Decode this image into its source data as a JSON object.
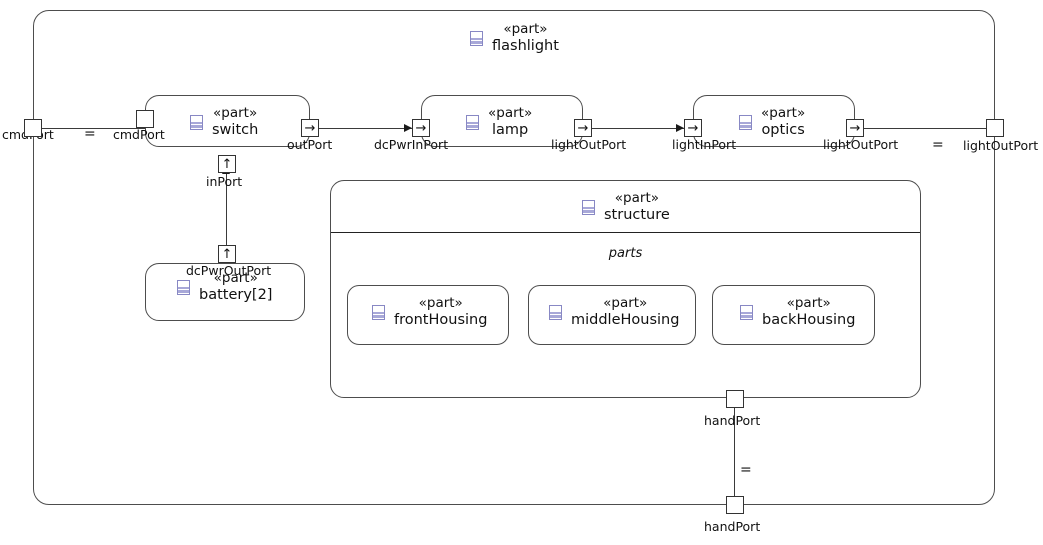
{
  "diagram": {
    "kind": "sysml-internal-block-diagram",
    "stereotype": "«part»",
    "root": {
      "stereotype": "«part»",
      "name": "flashlight",
      "icon": "part-icon"
    }
  },
  "parts": {
    "switch": {
      "stereotype": "«part»",
      "name": "switch",
      "icon": "part-icon"
    },
    "lamp": {
      "stereotype": "«part»",
      "name": "lamp",
      "icon": "part-icon"
    },
    "optics": {
      "stereotype": "«part»",
      "name": "optics",
      "icon": "part-icon"
    },
    "battery": {
      "stereotype": "«part»",
      "name": "battery[2]",
      "icon": "part-icon"
    },
    "structure": {
      "stereotype": "«part»",
      "name": "structure",
      "icon": "part-icon"
    },
    "frontHousing": {
      "stereotype": "«part»",
      "name": "frontHousing",
      "icon": "part-icon"
    },
    "middleHousing": {
      "stereotype": "«part»",
      "name": "middleHousing",
      "icon": "part-icon"
    },
    "backHousing": {
      "stereotype": "«part»",
      "name": "backHousing",
      "icon": "part-icon"
    }
  },
  "compartments": {
    "structure_parts": "parts"
  },
  "ports": {
    "flashlight_cmdPort": {
      "label": "cmdPort",
      "glyph": "",
      "kind": "proxy"
    },
    "switch_cmdPort": {
      "label": "cmdPort",
      "glyph": "",
      "kind": "proxy"
    },
    "switch_outPort": {
      "label": "outPort",
      "glyph": "→",
      "kind": "directed-out"
    },
    "switch_inPort": {
      "label": "inPort",
      "glyph": "↑",
      "kind": "directed-in"
    },
    "battery_dcPwrOutPort": {
      "label": "dcPwrOutPort",
      "glyph": "↑",
      "kind": "directed-out"
    },
    "lamp_dcPwrInPort": {
      "label": "dcPwrInPort",
      "glyph": "→",
      "kind": "directed-in"
    },
    "lamp_lightOutPort": {
      "label": "lightOutPort",
      "glyph": "→",
      "kind": "directed-out"
    },
    "optics_lightInPort": {
      "label": "lightInPort",
      "glyph": "→",
      "kind": "directed-in"
    },
    "optics_lightOutPort": {
      "label": "lightOutPort",
      "glyph": "→",
      "kind": "directed-out"
    },
    "flashlight_lightOutPort": {
      "label": "lightOutPort",
      "glyph": "",
      "kind": "proxy"
    },
    "structure_handPort": {
      "label": "handPort",
      "glyph": "",
      "kind": "proxy"
    },
    "flashlight_handPort": {
      "label": "handPort",
      "glyph": "",
      "kind": "proxy"
    }
  },
  "bindings": {
    "cmd_binding": "=",
    "light_binding": "=",
    "hand_binding": "="
  },
  "colors": {
    "line": "#3a3a3a",
    "box_border": "#4d4d4d",
    "icon_accent": "#8888c4",
    "icon_band": "#a8a8d8",
    "text": "#111111",
    "background": "#ffffff"
  }
}
